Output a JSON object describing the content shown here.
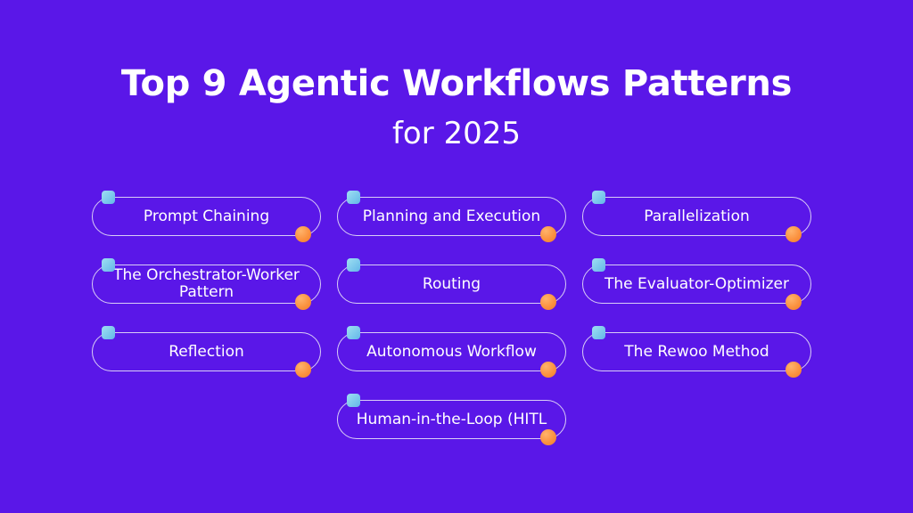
{
  "background_color": "#5a17e8",
  "accent_colors": {
    "pill_border": "#d9cdf6",
    "node_square": "#7ec8ec",
    "node_dot": "#fb9240",
    "text": "#ffffff"
  },
  "title": {
    "line1": "Top 9 Agentic Workflows Patterns",
    "line2": "for 2025"
  },
  "patterns": [
    [
      {
        "label": "Prompt Chaining",
        "multiline": false
      },
      {
        "label": "Planning and Execution",
        "multiline": false
      },
      {
        "label": "Parallelization",
        "multiline": false
      }
    ],
    [
      {
        "label": "The Orchestrator-Worker Pattern",
        "multiline": true
      },
      {
        "label": "Routing",
        "multiline": false
      },
      {
        "label": "The Evaluator-Optimizer",
        "multiline": false
      }
    ],
    [
      {
        "label": "Reflection",
        "multiline": false
      },
      {
        "label": "Autonomous Workflow",
        "multiline": false
      },
      {
        "label": "The Rewoo Method",
        "multiline": false
      }
    ],
    [
      {
        "label": "",
        "multiline": false,
        "empty": true
      },
      {
        "label": "Human-in-the-Loop (HITL",
        "multiline": false
      },
      {
        "label": "",
        "multiline": false,
        "empty": true
      }
    ]
  ],
  "icons": {
    "square": "square-node-icon",
    "dot": "circle-node-icon"
  }
}
